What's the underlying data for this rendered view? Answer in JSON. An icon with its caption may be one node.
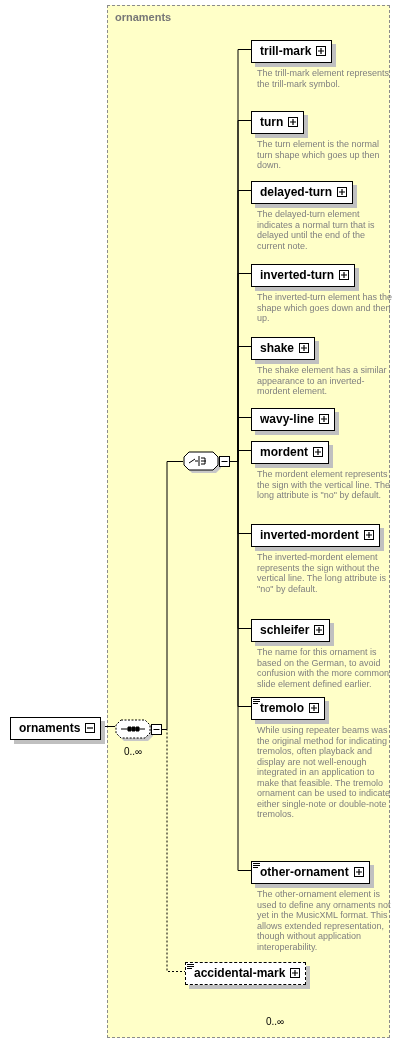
{
  "diagram": {
    "nodes": [
      {
        "text": [
          "ornaments"
        ]
      },
      {
        "text": [
          "ornaments"
        ]
      },
      {
        "text": [],
        "shape": "octagon",
        "in": 1,
        "beside": [
          "0..∞"
        ]
      },
      {
        "text": [],
        "shape": "octagon",
        "in": 1
      },
      {
        "text": [
          "trill-mark"
        ],
        "in": 1,
        "beside": [
          "The trill-mark element represents the trill-mark symbol."
        ]
      },
      {
        "text": [
          "turn"
        ],
        "in": 1,
        "beside": [
          "The turn element is the normal turn shape which goes up then down."
        ]
      },
      {
        "text": [
          "delayed-turn"
        ],
        "in": 1,
        "beside": [
          "The delayed-turn element indicates a normal turn that is delayed until the end of the current note."
        ]
      },
      {
        "text": [
          "inverted-turn"
        ],
        "in": 1,
        "beside": [
          "The inverted-turn element has the shape which goes down and then up."
        ]
      },
      {
        "text": [
          "shake"
        ],
        "in": 1,
        "beside": [
          "The shake element has a similar appearance to an inverted-mordent element."
        ]
      },
      {
        "text": [
          "wavy-line"
        ],
        "in": 1
      },
      {
        "text": [
          "mordent"
        ],
        "in": 1,
        "beside": [
          "The mordent element represents the sign with the vertical line. The long attribute is \"no\" by default."
        ]
      },
      {
        "text": [
          "inverted-mordent"
        ],
        "in": 1,
        "beside": [
          "The inverted-mordent element represents the sign without the vertical line. The long attribute is \"no\" by default."
        ]
      },
      {
        "text": [
          "schleifer"
        ],
        "in": 1,
        "beside": [
          "The name for this ornament is based on the German, to avoid confusion with the more common slide element defined earlier."
        ]
      },
      {
        "text": [
          "tremolo"
        ],
        "in": 1,
        "beside": [
          "While using repeater beams was the original method for indicating tremolos, often playback and display are not well-enough integrated in an application to make that feasible. The tremolo ornament can be used to indicate either single-note or double-note tremolos."
        ]
      },
      {
        "text": [
          "other-ornament"
        ],
        "in": 1,
        "beside": [
          "The other-ornament element is used to define any ornaments not yet in the MusicXML format. This allows extended representation, though without application interoperability."
        ]
      },
      {
        "text": [
          "accidental-mark"
        ],
        "in": 1,
        "beside": [
          "0..∞"
        ]
      }
    ],
    "edges": [
      {
        "from": 0,
        "to": 2,
        "arrow": "none"
      },
      {
        "from": 2,
        "to": 3,
        "arrow": "none"
      },
      {
        "from": 3,
        "to": 4,
        "arrow": "none"
      },
      {
        "from": 3,
        "to": 5,
        "arrow": "none"
      },
      {
        "from": 3,
        "to": 6,
        "arrow": "none"
      },
      {
        "from": 3,
        "to": 7,
        "arrow": "none"
      },
      {
        "from": 3,
        "to": 8,
        "arrow": "none"
      },
      {
        "from": 3,
        "to": 9,
        "arrow": "none"
      },
      {
        "from": 3,
        "to": 10,
        "arrow": "none"
      },
      {
        "from": 3,
        "to": 11,
        "arrow": "none"
      },
      {
        "from": 3,
        "to": 12,
        "arrow": "none"
      },
      {
        "from": 3,
        "to": 13,
        "arrow": "none"
      },
      {
        "from": 3,
        "to": 14,
        "arrow": "none"
      },
      {
        "from": 2,
        "to": 15,
        "arrow": "none",
        "style": "dashed"
      }
    ]
  }
}
